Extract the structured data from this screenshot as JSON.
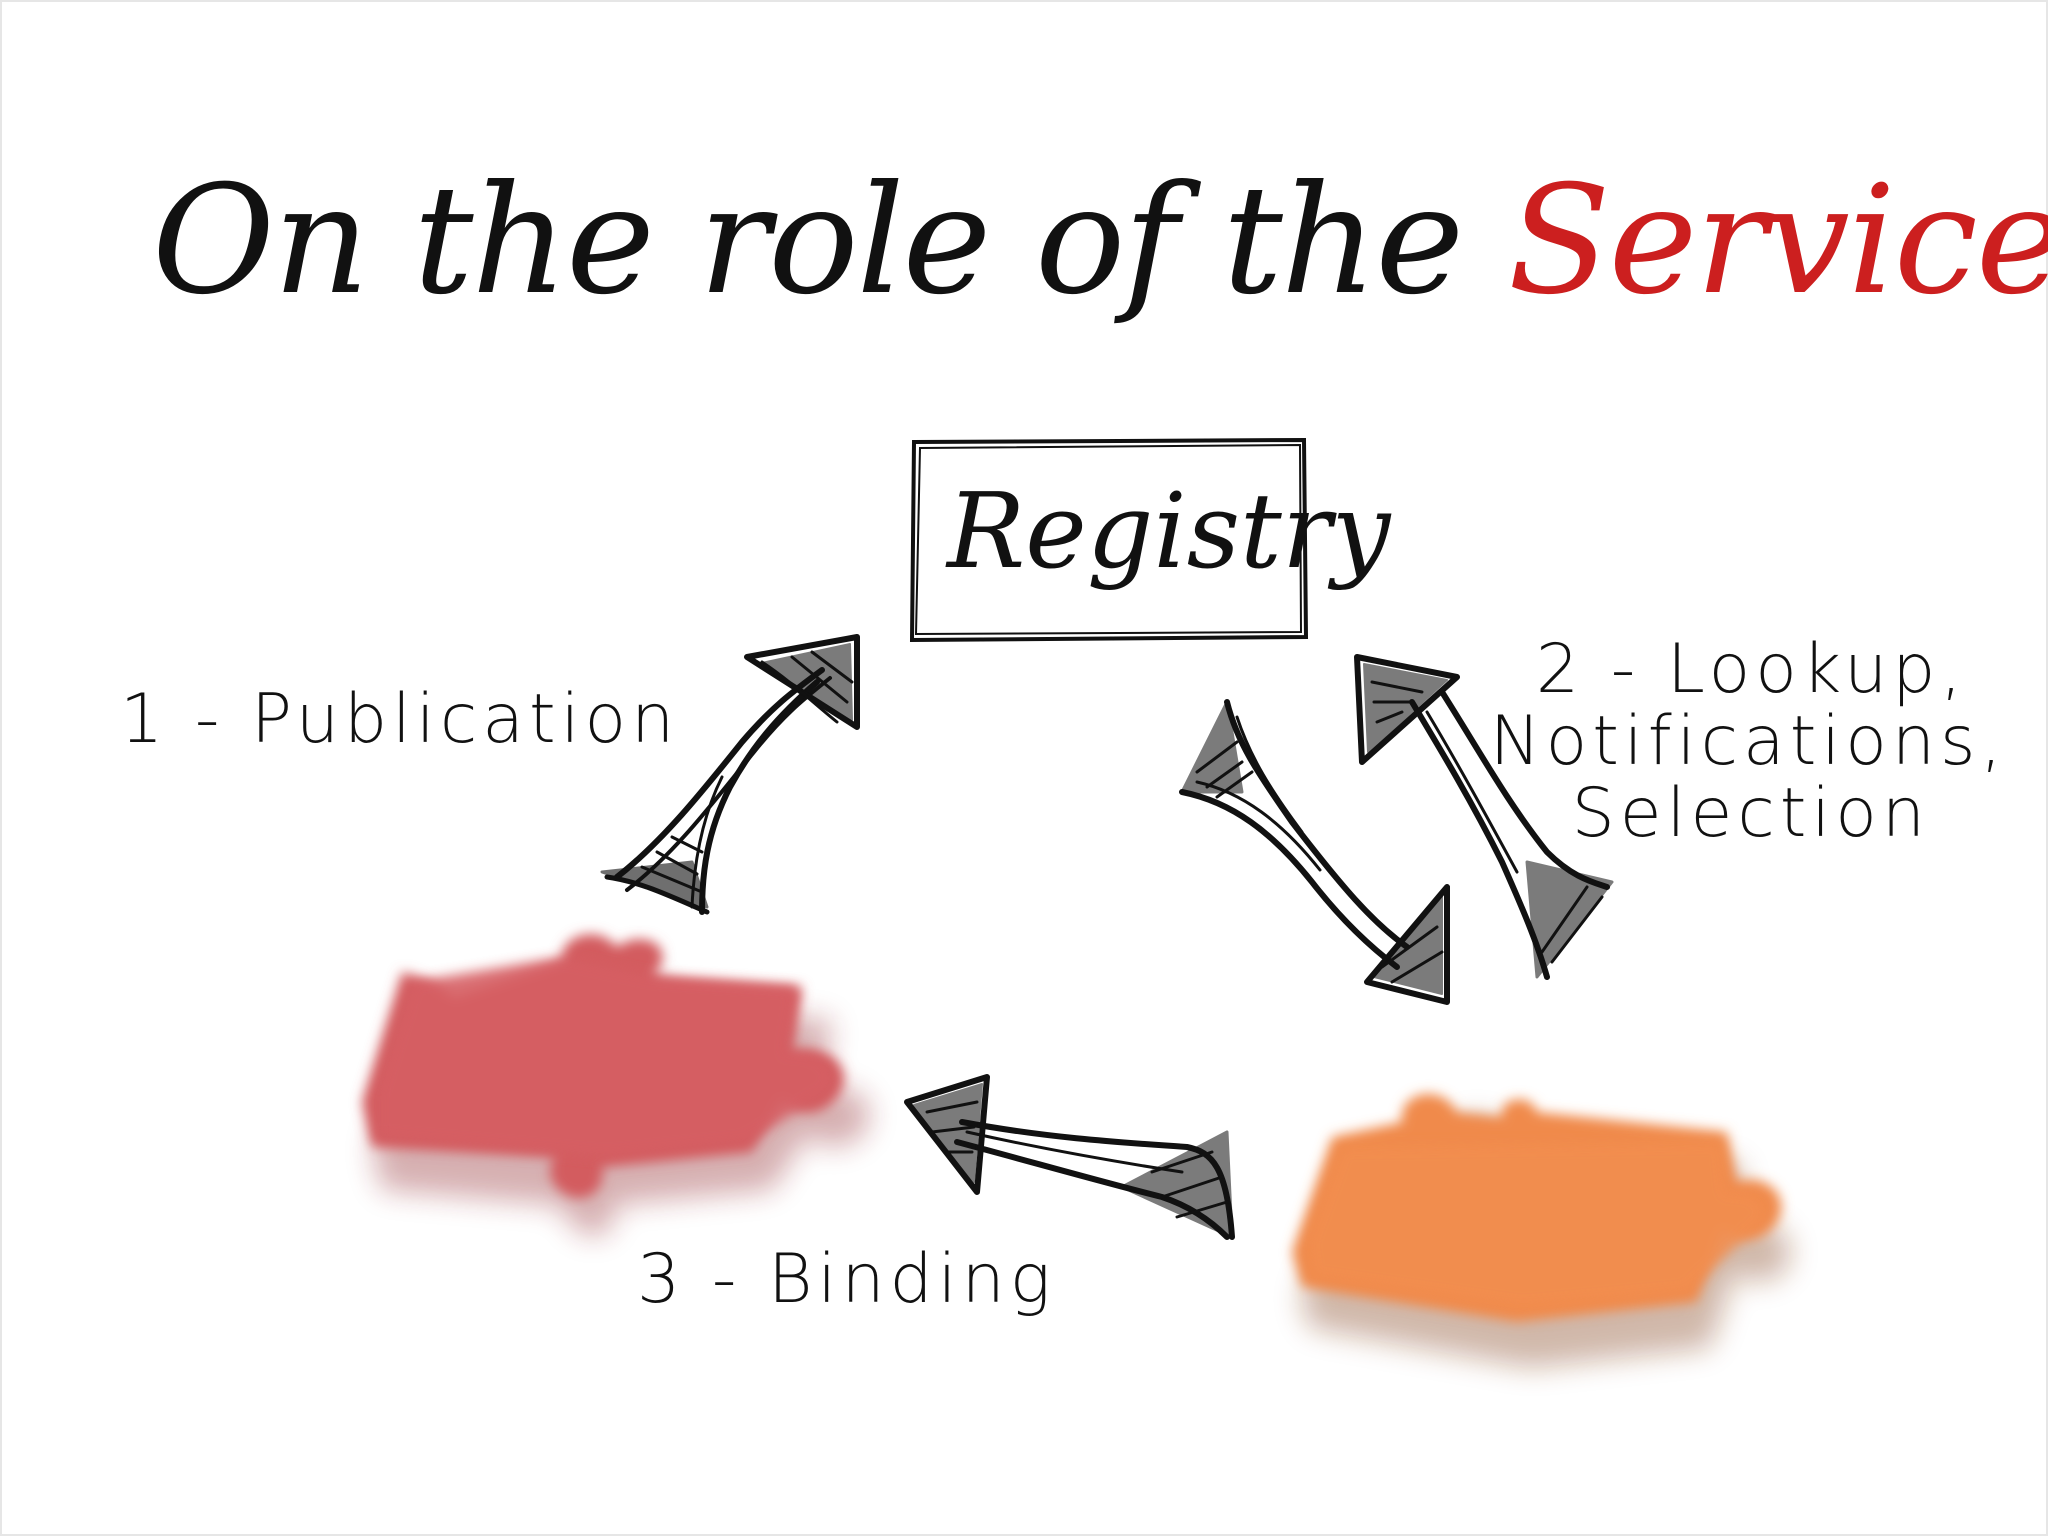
{
  "title": {
    "prefix": "On the role of the ",
    "highlight": "Service Registry"
  },
  "registry_box": {
    "label": "Registry"
  },
  "steps": [
    {
      "label": "1 - Publication"
    },
    {
      "lines": [
        "2 - Lookup,",
        "Notifications,",
        "Selection"
      ]
    },
    {
      "label": "3 - Binding"
    }
  ],
  "colors": {
    "title_text": "#111111",
    "title_highlight": "#cc1f1f",
    "arrow_ink": "#111111",
    "provider_piece": "#d35b5f",
    "consumer_piece": "#f08a4b"
  },
  "icons": {
    "provider": "puzzle-piece-icon",
    "consumer": "puzzle-piece-icon",
    "arrows": "sketch-double-arrow-icon"
  }
}
